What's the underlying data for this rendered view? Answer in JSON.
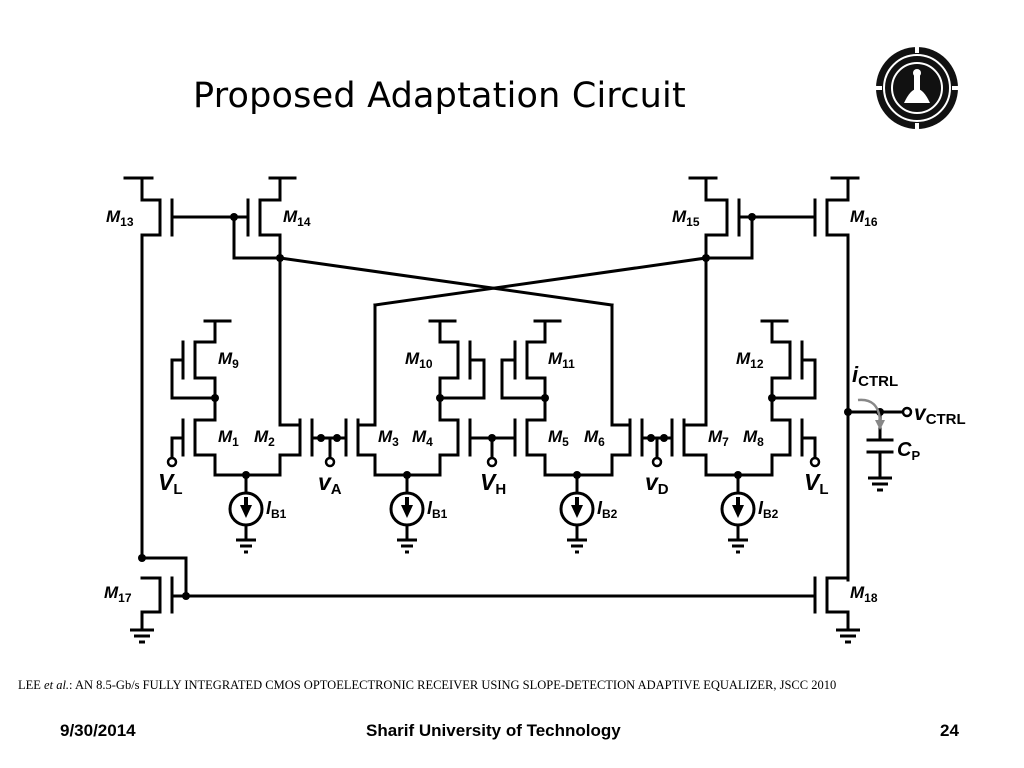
{
  "title": "Proposed Adaptation Circuit",
  "logo": {
    "icon": "sharif-university-seal-icon"
  },
  "citation": {
    "author": "LEE",
    "etal": "et al.",
    "text": ": AN 8.5-Gb/s FULLY INTEGRATED CMOS OPTOELECTRONIC RECEIVER USING SLOPE-DETECTION ADAPTIVE EQUALIZER, JSCC 2010"
  },
  "footer": {
    "date": "9/30/2014",
    "institution": "Sharif University of Technology",
    "page": "24"
  },
  "diagram": {
    "transistors": [
      {
        "id": "m13",
        "name": "M",
        "sub": "13"
      },
      {
        "id": "m14",
        "name": "M",
        "sub": "14"
      },
      {
        "id": "m15",
        "name": "M",
        "sub": "15"
      },
      {
        "id": "m16",
        "name": "M",
        "sub": "16"
      },
      {
        "id": "m9",
        "name": "M",
        "sub": "9"
      },
      {
        "id": "m10",
        "name": "M",
        "sub": "10"
      },
      {
        "id": "m11",
        "name": "M",
        "sub": "11"
      },
      {
        "id": "m12",
        "name": "M",
        "sub": "12"
      },
      {
        "id": "m1",
        "name": "M",
        "sub": "1"
      },
      {
        "id": "m2",
        "name": "M",
        "sub": "2"
      },
      {
        "id": "m3",
        "name": "M",
        "sub": "3"
      },
      {
        "id": "m4",
        "name": "M",
        "sub": "4"
      },
      {
        "id": "m5",
        "name": "M",
        "sub": "5"
      },
      {
        "id": "m6",
        "name": "M",
        "sub": "6"
      },
      {
        "id": "m7",
        "name": "M",
        "sub": "7"
      },
      {
        "id": "m8",
        "name": "M",
        "sub": "8"
      },
      {
        "id": "m17",
        "name": "M",
        "sub": "17"
      },
      {
        "id": "m18",
        "name": "M",
        "sub": "18"
      }
    ],
    "nodes": [
      {
        "id": "vl-left",
        "name": "V",
        "sub": "L"
      },
      {
        "id": "va",
        "name": "v",
        "sub": "A"
      },
      {
        "id": "vh",
        "name": "V",
        "sub": "H"
      },
      {
        "id": "vd",
        "name": "v",
        "sub": "D"
      },
      {
        "id": "vl-right",
        "name": "V",
        "sub": "L"
      },
      {
        "id": "vctrl",
        "name": "v",
        "sub": "CTRL"
      }
    ],
    "current_sources": [
      {
        "id": "ib1-a",
        "name": "I",
        "sub": "B1"
      },
      {
        "id": "ib1-b",
        "name": "I",
        "sub": "B1"
      },
      {
        "id": "ib2-a",
        "name": "I",
        "sub": "B2"
      },
      {
        "id": "ib2-b",
        "name": "I",
        "sub": "B2"
      }
    ],
    "ictrl": {
      "name": "i",
      "sub": "CTRL"
    },
    "capacitor": {
      "name": "C",
      "sub": "P"
    }
  }
}
